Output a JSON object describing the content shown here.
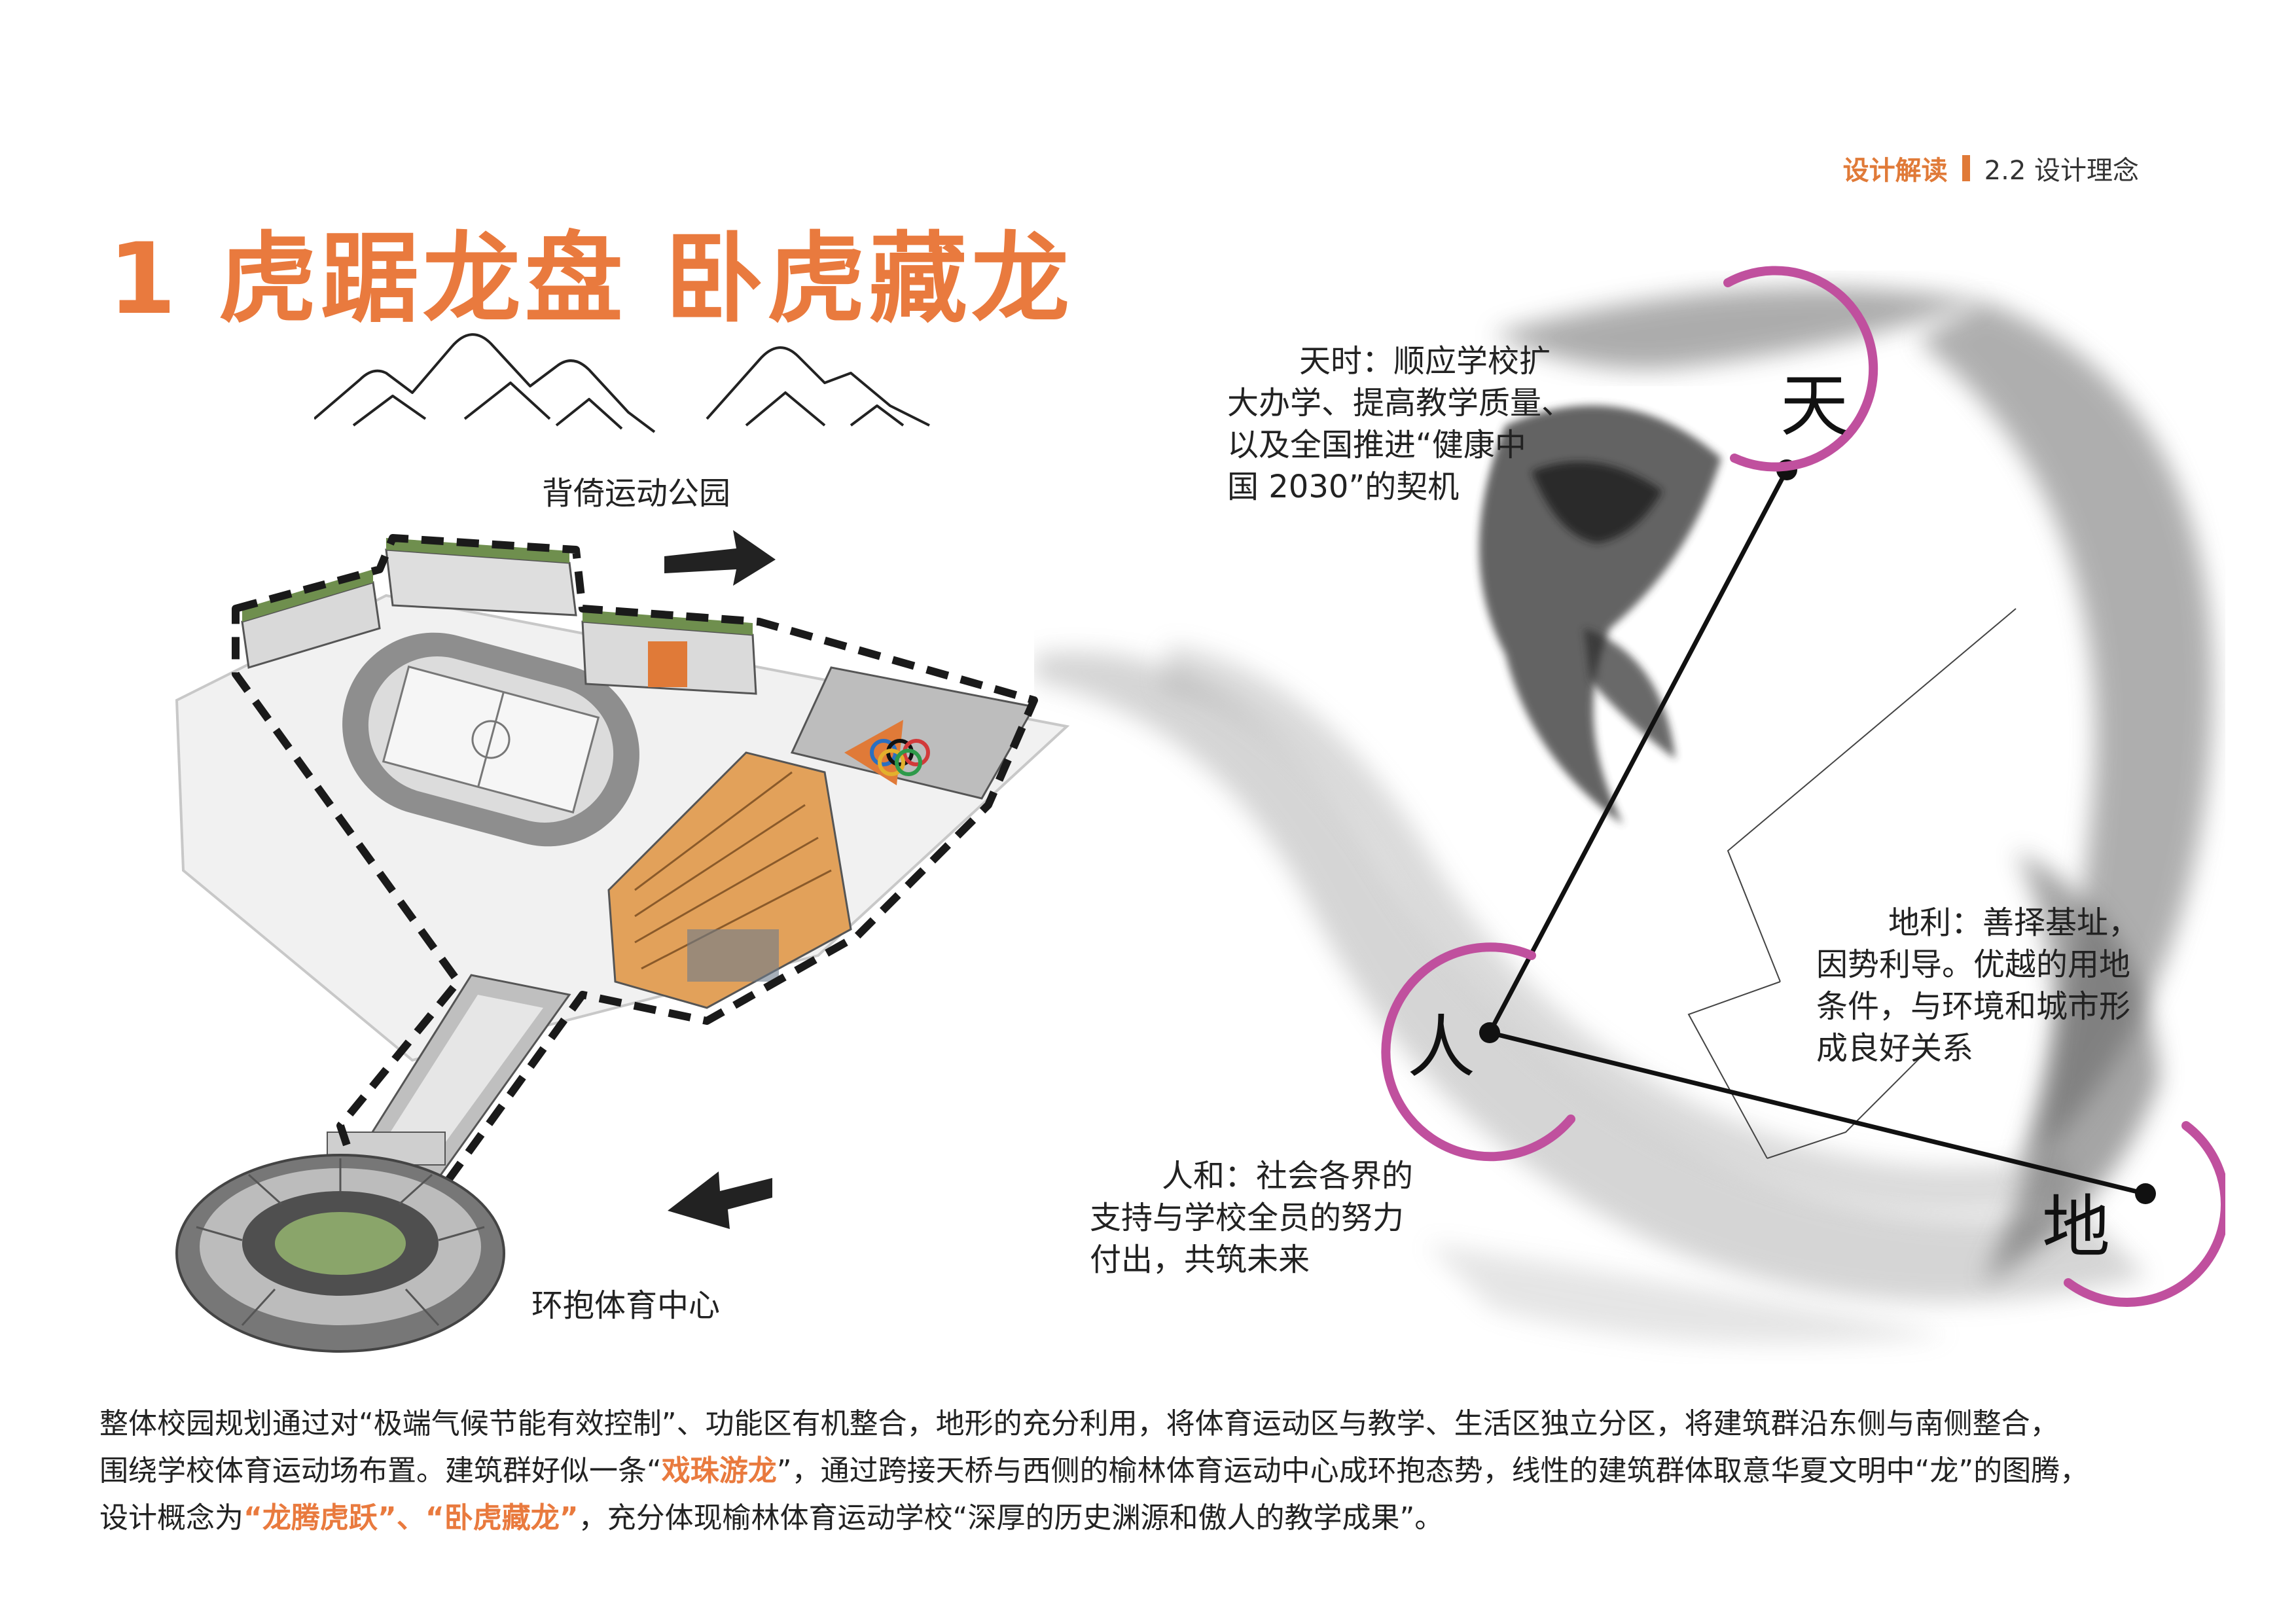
{
  "header": {
    "section": "设计解读",
    "subsection": "2.2 设计理念"
  },
  "title": "1 虎踞龙盘 卧虎藏龙",
  "labels": {
    "park": "背倚运动公园",
    "center": "环抱体育中心"
  },
  "tian": {
    "char": "天",
    "text_lines": [
      "天时：顺应学校扩",
      "大办学、提高教学质量、",
      "以及全国推进“健康中",
      "国 2030”的契机"
    ]
  },
  "di": {
    "char": "地",
    "text_lines": [
      "地利：善择基址，",
      "因势利导。优越的用地",
      "条件，与环境和城市形",
      "成良好关系"
    ]
  },
  "ren": {
    "char": "人",
    "text_lines": [
      "人和：社会各界的",
      "支持与学校全员的努力",
      "付出，共筑未来"
    ]
  },
  "description": {
    "line1": "整体校园规划通过对“极端气候节能有效控制”、功能区有机整合，地形的充分利用，将体育运动区与教学、生活区独立分区，将建筑群沿东侧与南侧整合，",
    "line2_a": "围绕学校体育运动场布置。建筑群好似一条“",
    "line2_hl": "戏珠游龙",
    "line2_b": "”，通过跨接天桥与西侧的榆林体育运动中心成环抱态势，线性的建筑群体取意华夏文明中“龙”的图腾，",
    "line3_a": "设计概念为",
    "line3_hl1": "“龙腾虎跃”、",
    "line3_hl2": "“卧虎藏龙”",
    "line3_b": "，充分体现榆林体育运动学校“深厚的历史渊源和傲人的教学成果”。"
  },
  "colors": {
    "accent": "#e97a3e",
    "ring": "#c0509e"
  }
}
